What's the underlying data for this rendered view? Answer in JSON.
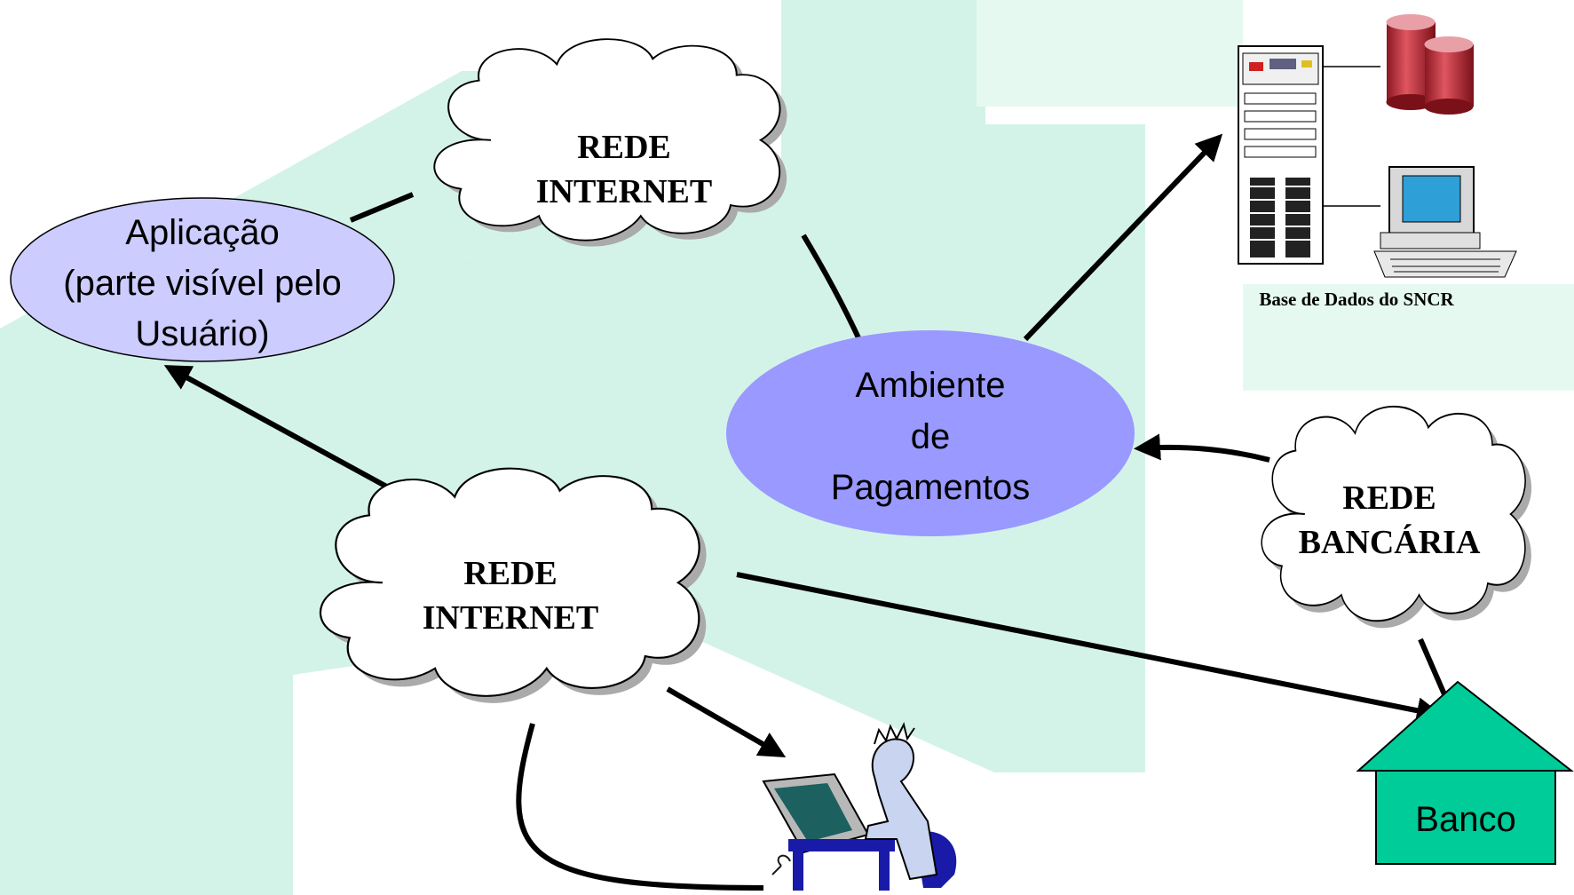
{
  "clouds": {
    "top": {
      "line1": "REDE",
      "line2": "INTERNET"
    },
    "bottom": {
      "line1": "REDE",
      "line2": "INTERNET"
    },
    "bank": {
      "line1": "REDE",
      "line2": "BANCÁRIA"
    }
  },
  "aplicacao": {
    "line1": "Aplicação",
    "line2": "(parte visível pelo",
    "line3": "Usuário)"
  },
  "ambiente": {
    "line1": "Ambiente",
    "line2": "de",
    "line3": "Pagamentos"
  },
  "database_caption": "Base de Dados do SNCR",
  "banco_label": "Banco",
  "colors": {
    "background_pattern": "#d4f3e8",
    "aplicacao_fill": "#ccccff",
    "ambiente_fill": "#9999ff",
    "bank_fill": "#00cc99",
    "db_cylinder": "#c0303a",
    "monitor_screen": "#2f9fd8",
    "user_desk": "#1a1aa8",
    "user_figure": "#c8d4f0"
  },
  "icons": [
    "server-tower-icon",
    "database-cylinder-icon",
    "desktop-computer-icon",
    "user-at-computer-icon",
    "bank-house-icon"
  ]
}
